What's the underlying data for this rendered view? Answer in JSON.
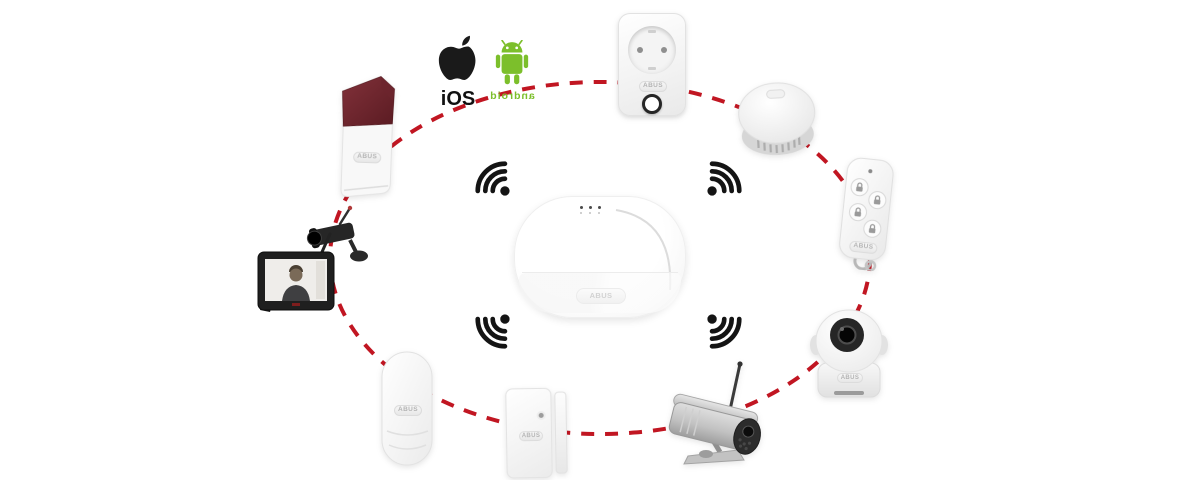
{
  "scene": {
    "type": "smart-home-alarm-system-diagram",
    "brand": "ABUS",
    "background_color": "#ffffff",
    "connection_color": "#c11622",
    "connection_style": "dashed-ellipse",
    "wifi_icon_color": "#141414",
    "nodes": [
      "wireless-siren",
      "ios-android-apps",
      "smart-plug",
      "smoke-detector",
      "remote-control",
      "central-hub",
      "ptz-indoor-camera",
      "outdoor-camera",
      "door-window-contact",
      "motion-detector",
      "video-monitor-with-camera",
      "wifi-signals"
    ]
  },
  "platforms": {
    "ios_label": "iOS",
    "android_label": "android",
    "android_mirrored": true,
    "android_color": "#7cbf2b",
    "apple_color": "#1a1a1a"
  },
  "hub": {
    "brand_label": "ABUS",
    "led_count": 3
  },
  "devices": {
    "siren": {
      "brand_label": "ABUS"
    },
    "smart_plug": {
      "brand_label": "ABUS"
    },
    "remote_control": {
      "brand_label": "ABUS"
    },
    "ptz_camera": {
      "brand_label": "ABUS"
    },
    "door_window_contact": {
      "brand_label": "ABUS"
    },
    "motion_detector": {
      "brand_label": "ABUS"
    }
  },
  "icons": {
    "wifi": "wifi-signal-icon",
    "apple": "apple-logo-icon",
    "android": "android-robot-icon"
  }
}
